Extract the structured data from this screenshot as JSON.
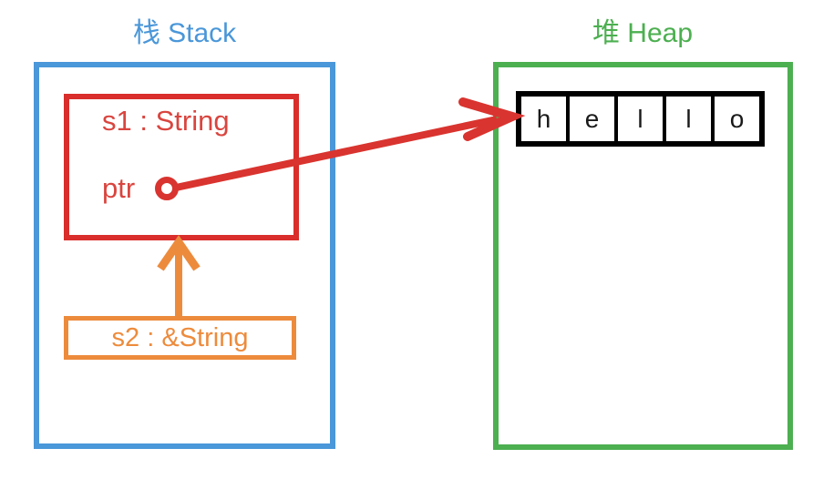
{
  "diagram": {
    "title_stack": "栈 Stack",
    "title_heap": "堆 Heap",
    "colors": {
      "stack_border": "#4a97d9",
      "heap_border": "#4caf50",
      "s1_border": "#d92e2b",
      "s1_text": "#d9453f",
      "s2_border": "#ed8b3c",
      "s2_text": "#ed8b3c",
      "cell_border": "#000000",
      "pointer_arrow": "#d9342f",
      "ref_arrow": "#ed8b3c"
    }
  },
  "stack": {
    "s1": {
      "type_label": "s1 : String",
      "field_label": "ptr"
    },
    "s2": {
      "type_label": "s2 : &String"
    }
  },
  "heap": {
    "string_value": "hello",
    "cells": [
      "h",
      "e",
      "l",
      "l",
      "o"
    ]
  }
}
